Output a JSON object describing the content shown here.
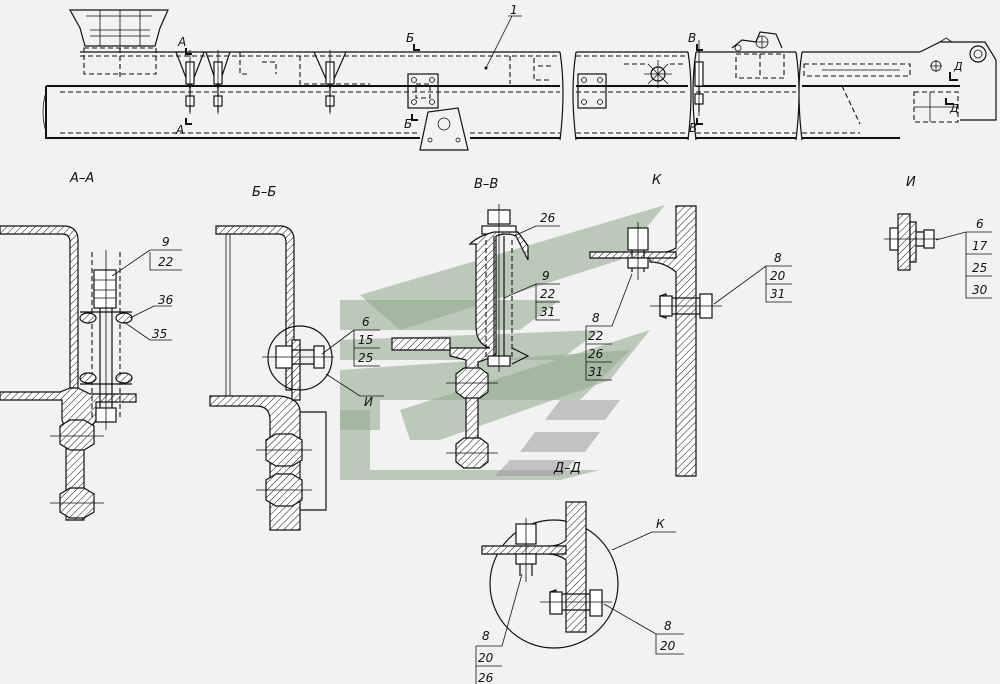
{
  "views": {
    "aa": "А–А",
    "bb": "Б–Б",
    "vv": "В–В",
    "k": "К",
    "i": "И",
    "dd": "Д–Д"
  },
  "cuts": {
    "a": "А",
    "b": "Б",
    "v": "В",
    "d": "Д"
  },
  "callouts": {
    "top_main": "1",
    "aa_top": [
      "9",
      "22"
    ],
    "aa_36": "36",
    "aa_35": "35",
    "bb_list": [
      "6",
      "15",
      "25"
    ],
    "bb_i": "И",
    "vv_26": "26",
    "vv_list": [
      "9",
      "22",
      "31"
    ],
    "k_left": [
      "8",
      "22",
      "26",
      "31"
    ],
    "k_right": [
      "8",
      "20",
      "31"
    ],
    "i_list": [
      "6",
      "17",
      "25",
      "30"
    ],
    "dd_k": "К",
    "dd_left": [
      "8",
      "20",
      "26"
    ],
    "dd_right": [
      "8",
      "20"
    ]
  }
}
